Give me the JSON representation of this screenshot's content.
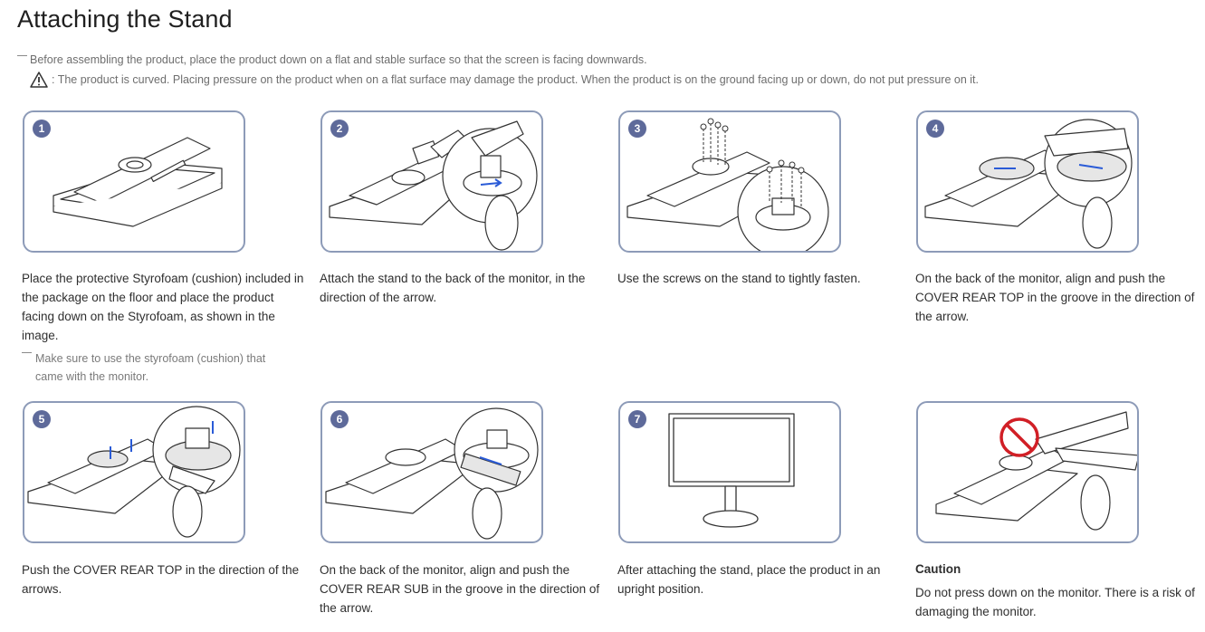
{
  "title": "Attaching the Stand",
  "note": "Before assembling the product, place the product down on a flat and stable surface so that the screen is facing downwards.",
  "warning": ": The product is curved. Placing pressure on the product when on a flat surface may damage the product. When the product is on the ground facing up or down, do not put pressure on it.",
  "steps": [
    {
      "number": "1",
      "caption": "Place the protective Styrofoam (cushion) included in the package on the floor and place the product facing down on the Styrofoam, as shown in the image.",
      "subnote": "Make sure to use the styrofoam (cushion) that came with the monitor."
    },
    {
      "number": "2",
      "caption": "Attach the stand to the back of the monitor, in the direction of the arrow."
    },
    {
      "number": "3",
      "caption": "Use the screws on the stand to tightly fasten."
    },
    {
      "number": "4",
      "caption": "On the back of the monitor, align and push the COVER REAR TOP in the groove in the direction of the arrow."
    },
    {
      "number": "5",
      "caption": "Push the COVER REAR TOP in the direction of the arrows."
    },
    {
      "number": "6",
      "caption": "On the back of the monitor, align and push the COVER REAR SUB in the groove in the direction of the arrow."
    },
    {
      "number": "7",
      "caption": "After attaching the stand, place the product in an upright position."
    },
    {
      "heading": "Caution",
      "caption": "Do not press down on the monitor. There is a risk of damaging the monitor."
    }
  ],
  "colors": {
    "panel_border": "#8d9bb8",
    "badge": "#5e6a9a",
    "prohibit": "#d11f26"
  }
}
